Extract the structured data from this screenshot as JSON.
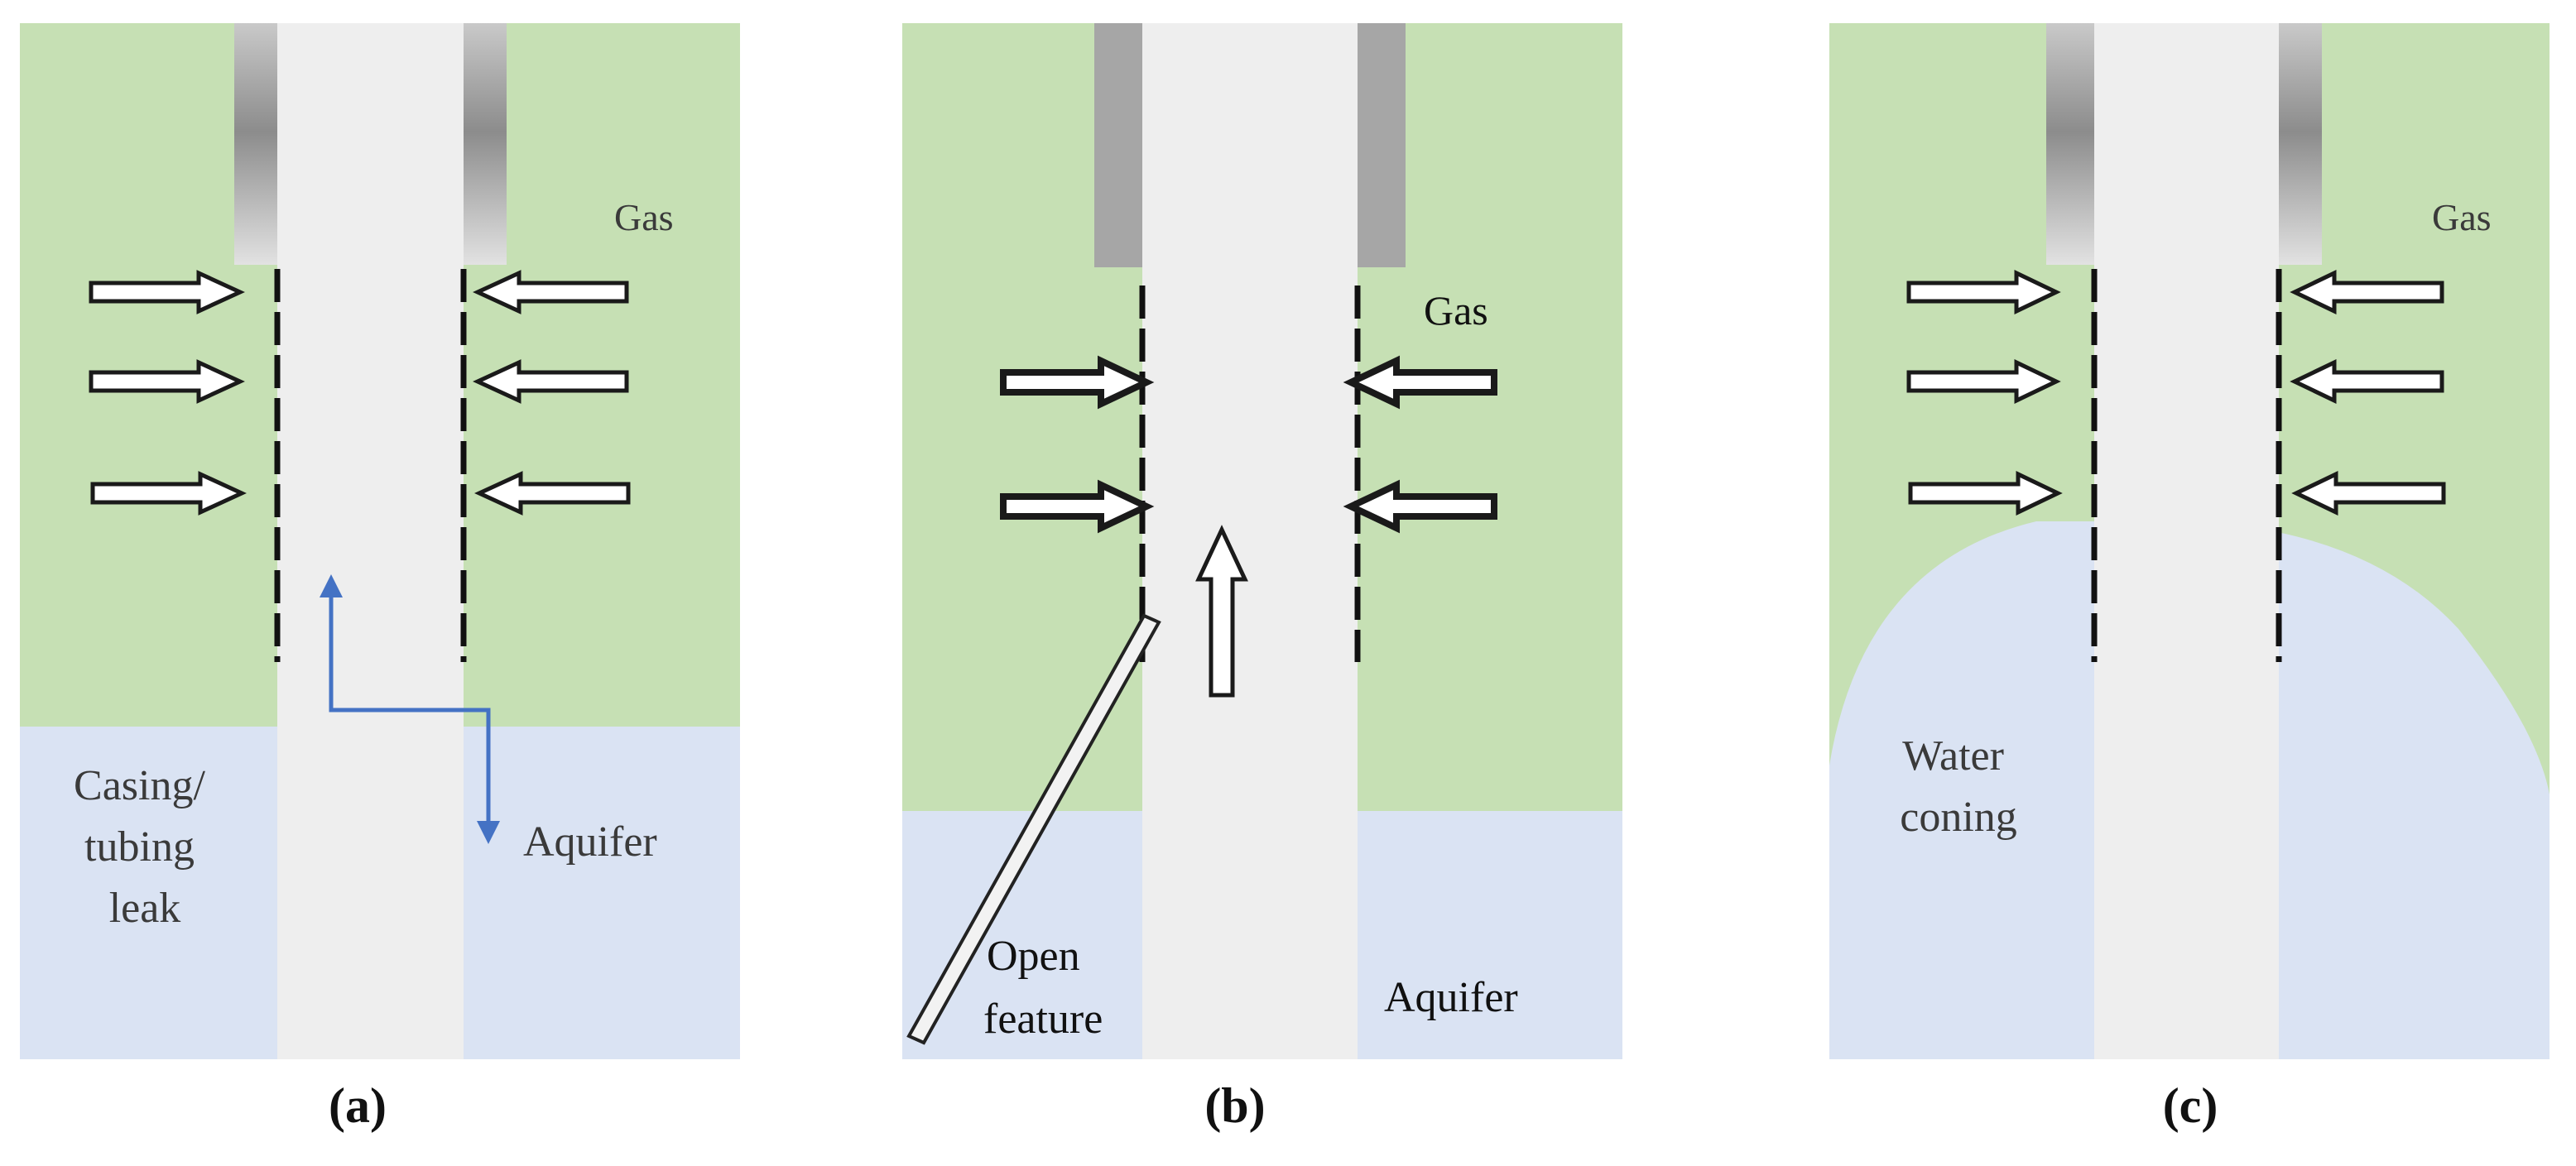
{
  "colors": {
    "gas": "#c6e0b4",
    "water": "#dae3f3",
    "well": "#eeeeee",
    "flow_path": "#4472c4"
  },
  "panels": [
    {
      "id": "a",
      "caption": "(a)",
      "gas_label": "Gas",
      "aquifer_label": "Aquifer",
      "mechanism_label": [
        "Casing/",
        "tubing",
        "leak"
      ]
    },
    {
      "id": "b",
      "caption": "(b)",
      "gas_label": "Gas",
      "aquifer_label": "Aquifer",
      "mechanism_label": [
        "Open",
        "feature"
      ]
    },
    {
      "id": "c",
      "caption": "(c)",
      "gas_label": "Gas",
      "mechanism_label": [
        "Water",
        "coning"
      ]
    }
  ]
}
